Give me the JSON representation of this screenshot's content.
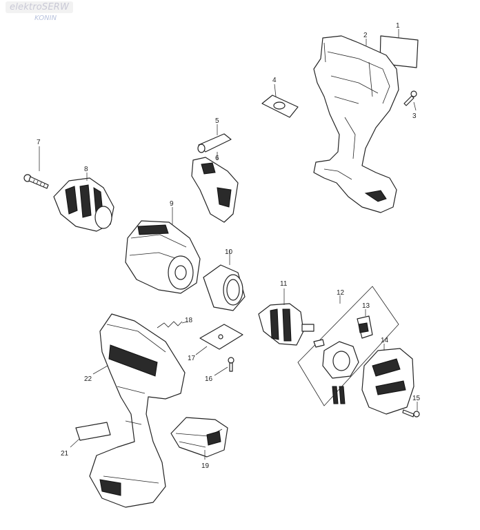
{
  "watermark": {
    "brand": "elektroSERW",
    "city": "KONIN"
  },
  "callouts": [
    "1",
    "2",
    "3",
    "4",
    "5",
    "6",
    "7",
    "8",
    "9",
    "10",
    "11",
    "12",
    "13",
    "14",
    "15",
    "16",
    "17",
    "18",
    "19",
    "21",
    "22"
  ]
}
